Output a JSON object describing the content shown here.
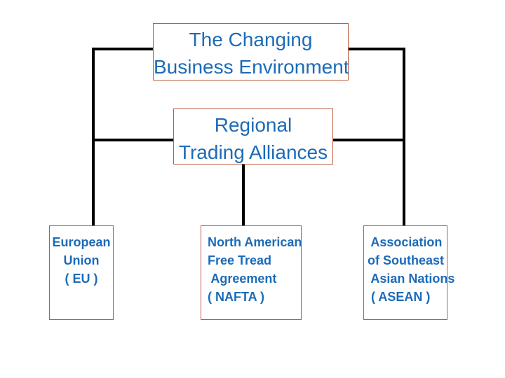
{
  "colors": {
    "background": "#ffffff",
    "text_blue": "#1C6BB8",
    "box_border_orange": "#BA5E3C",
    "connector_black": "#000000"
  },
  "diagram": {
    "root": {
      "lines": [
        "The Changing",
        "Business Environment"
      ]
    },
    "regional": {
      "lines": [
        "Regional",
        "Trading Alliances"
      ]
    },
    "eu": {
      "lines": [
        "European",
        "Union",
        "( EU )"
      ]
    },
    "nafta": {
      "lines": [
        "North American",
        "Free Tread",
        " Agreement",
        "( NAFTA )"
      ]
    },
    "asean": {
      "lines": [
        " Association",
        "of Southeast",
        " Asian Nations",
        " ( ASEAN )"
      ]
    }
  }
}
